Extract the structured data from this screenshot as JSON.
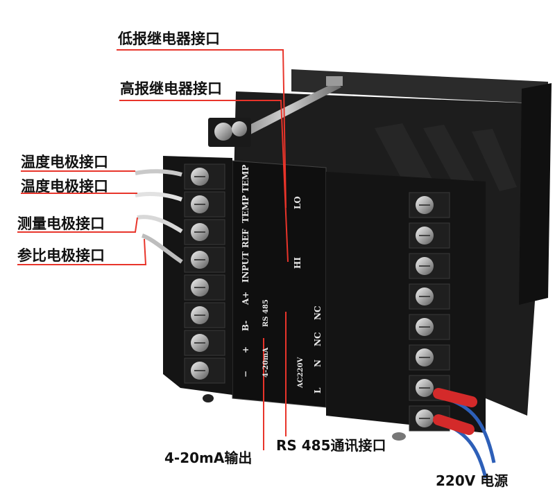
{
  "callouts": {
    "low_relay": "低报继电器接口",
    "high_relay": "高报继电器接口",
    "temp_electrode_1": "温度电极接口",
    "temp_electrode_2": "温度电极接口",
    "measure_electrode": "测量电极接口",
    "reference_electrode": "参比电极接口",
    "analog_output": "4-20mA输出",
    "rs485": "RS 485通讯接口",
    "power": "220V 电源"
  },
  "panel_labels": {
    "temp1": "TEMP",
    "temp2": "TEMP",
    "ref": "REF",
    "input": "INPUT",
    "a_plus": "A+",
    "b_minus": "B-",
    "plus": "+",
    "minus": "−",
    "lo": "LO",
    "hi": "HI",
    "nc1": "NC",
    "nc2": "NC",
    "n": "N",
    "l": "L",
    "rs485_label": "RS 485",
    "ma_label": "4-20mA",
    "ac_label": "AC220V"
  },
  "colors": {
    "leader_line": "#e8342a",
    "device_body": "#1a1a1a",
    "wire_red": "#d42a2a",
    "wire_blue": "#2d5fb8",
    "panel_text": "#e8e8e8"
  }
}
